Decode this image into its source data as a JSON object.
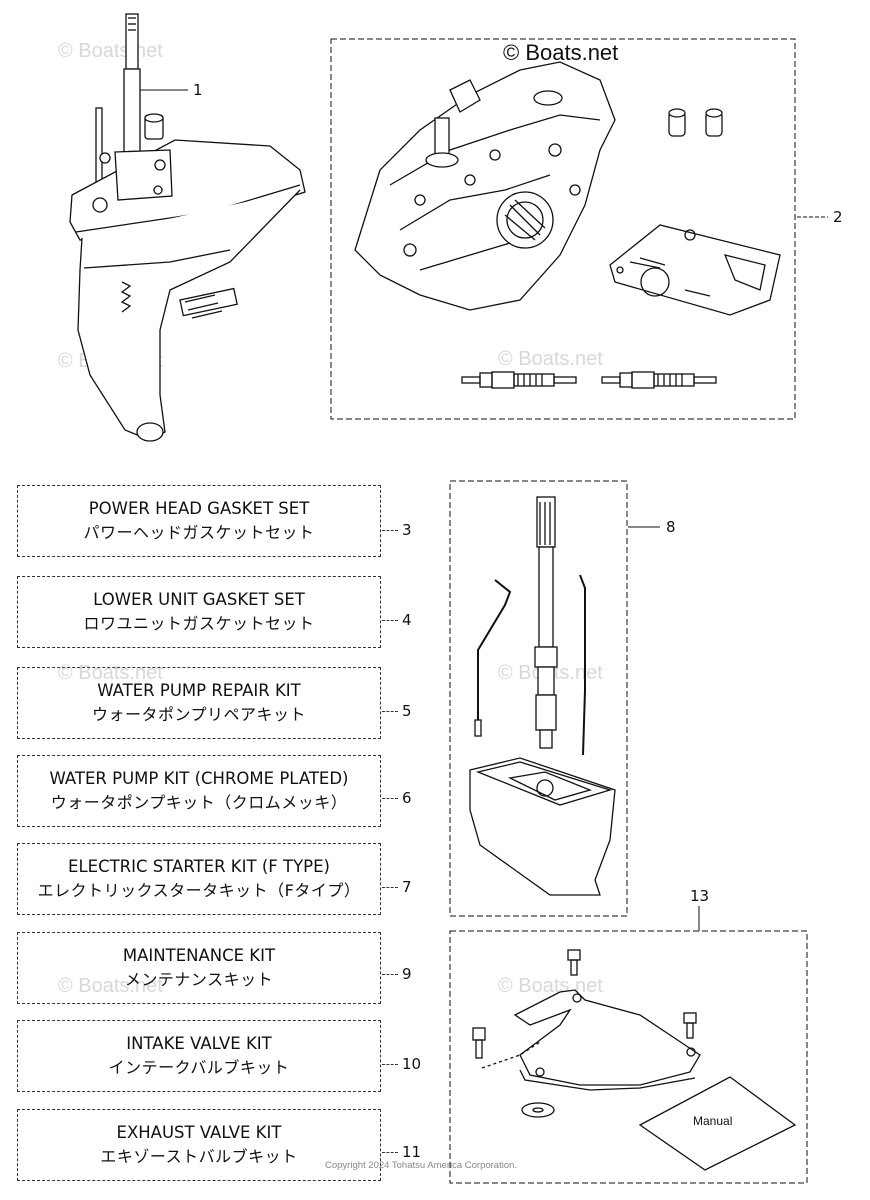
{
  "watermark": "© Boats.net",
  "copyright": "Copyright 2024 Tohatsu America Corporation.",
  "callouts": {
    "c1": "1",
    "c2": "2",
    "c8": "8",
    "c13": "13"
  },
  "manual_label": "Manual",
  "kits": [
    {
      "num": "3",
      "en": "POWER HEAD GASKET SET",
      "jp": "パワーヘッドガスケットセット"
    },
    {
      "num": "4",
      "en": "LOWER UNIT GASKET SET",
      "jp": "ロワユニットガスケットセット"
    },
    {
      "num": "5",
      "en": "WATER PUMP REPAIR KIT",
      "jp": "ウォータポンプリペアキット"
    },
    {
      "num": "6",
      "en": "WATER PUMP KIT (CHROME PLATED)",
      "jp": "ウォータポンプキット（クロムメッキ）"
    },
    {
      "num": "7",
      "en": "ELECTRIC STARTER KIT (F TYPE)",
      "jp": "エレクトリックスタータキット（Fタイプ）"
    },
    {
      "num": "9",
      "en": "MAINTENANCE KIT",
      "jp": "メンテナンスキット"
    },
    {
      "num": "10",
      "en": "INTAKE VALVE KIT",
      "jp": "インテークバルブキット"
    },
    {
      "num": "11",
      "en": "EXHAUST VALVE KIT",
      "jp": "エキゾーストバルブキット"
    }
  ]
}
